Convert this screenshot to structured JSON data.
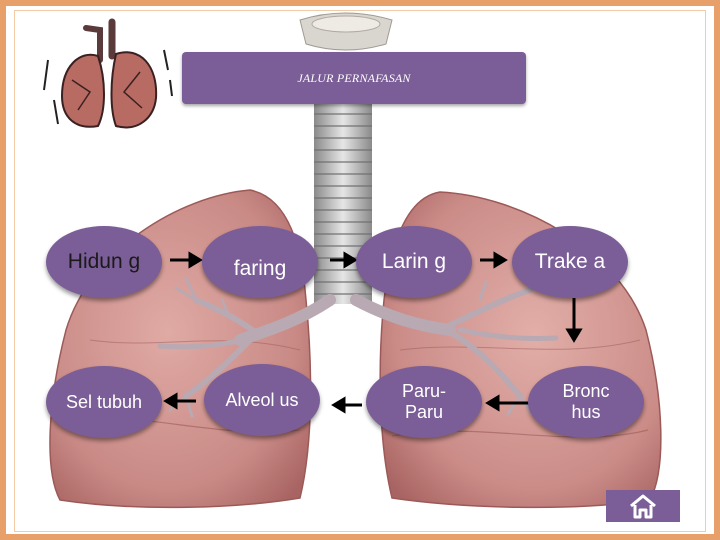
{
  "title": "JALUR PERNAFASAN",
  "nodes": {
    "hidung": "Hidun g",
    "faring": "faring",
    "laring": "Larin g",
    "trakea": "Trake a",
    "bronchus": "Bronc hus",
    "paru": "Paru-Paru",
    "alveolus": "Alveol us",
    "sel_tubuh": "Sel tubuh"
  },
  "colors": {
    "node_fill": "#7b5e97",
    "frame_border": "#e8a06a",
    "lung": "#c98a86",
    "arrow": "#000000"
  },
  "icons": [
    "lungs-clipart-icon",
    "home-icon",
    "arrow-right-icon",
    "arrow-left-icon",
    "arrow-down-icon"
  ]
}
